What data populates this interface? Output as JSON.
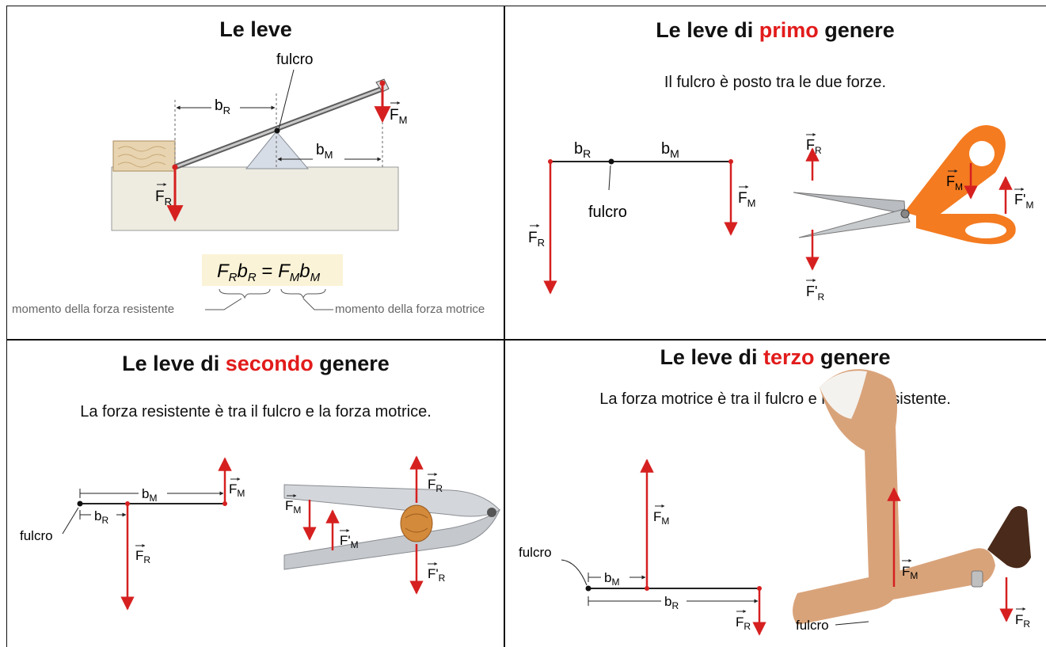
{
  "panel1": {
    "title": "Le leve",
    "fulcrum_label": "fulcro",
    "b_resistant": "b",
    "b_motor": "b",
    "sub_R": "R",
    "sub_M": "M",
    "force_R": "F",
    "force_M": "F",
    "formula": "F",
    "formula_parts": {
      "F1": "F",
      "s1": "R",
      "b1": "b",
      "s2": "R",
      "eq": " = ",
      "F2": "F",
      "s3": "M",
      "b2": "b",
      "s4": "M"
    },
    "annotation_left": "momento della forza resistente",
    "annotation_right": "momento della forza motrice"
  },
  "panel2": {
    "title_pre": "Le leve di ",
    "title_hl": "primo",
    "title_post": " genere",
    "subtitle": "Il fulcro è posto tra le due forze.",
    "fulcrum_label": "fulcro",
    "b": "b",
    "F": "F",
    "Fp": "F'",
    "sub_R": "R",
    "sub_M": "M"
  },
  "panel3": {
    "title_pre": "Le leve di ",
    "title_hl": "secondo",
    "title_post": " genere",
    "subtitle": "La forza resistente è tra il fulcro e la forza motrice.",
    "fulcrum_label": "fulcro",
    "b": "b",
    "F": "F",
    "Fp": "F'",
    "sub_R": "R",
    "sub_M": "M"
  },
  "panel4": {
    "title_pre": "Le leve di ",
    "title_hl": "terzo",
    "title_post": " genere",
    "subtitle": "La forza motrice è tra il fulcro e la forza resistente.",
    "fulcrum_label": "fulcro",
    "fulcrum_label_arm": "fulcro",
    "b": "b",
    "F": "F",
    "sub_R": "R",
    "sub_M": "M"
  },
  "colors": {
    "force": "#d62020",
    "highlight": "#e21b1b",
    "lever": "#222222",
    "wood": "#e8d4b0",
    "base": "#eeece1",
    "formula_bg": "#fbf3d7",
    "scissors": "#f47b20",
    "skin": "#d9a37a"
  }
}
